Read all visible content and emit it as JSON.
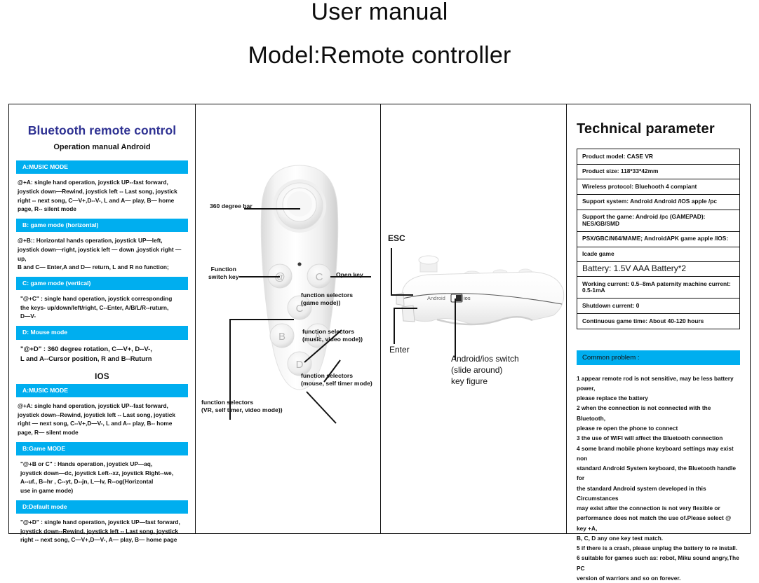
{
  "header": {
    "title_line1": "User manual",
    "title_line2": "Model:Remote controller"
  },
  "colors": {
    "accent_blue": "#00AEEF",
    "title_navy": "#2E3192",
    "text": "#111111",
    "device_body": "#f2f2f2"
  },
  "instructions": {
    "heading": "Bluetooth remote control",
    "subheading": "Operation manual Android",
    "ios_divider_label": "IOS",
    "android_sections": [
      {
        "head": "A:MUSIC MODE",
        "body": "@+A: single hand operation, joystick UP--fast forward,\njoystick down—Rewind, joystick left -- Last song,  joystick\nright -- next song,  C—V+,D--V-, L and A— play, B— home\npage, R-- silent mode"
      },
      {
        "head": "B: game mode (horizontal)",
        "body": "@+B::  Horizontal hands operation, joystick UP—left,\njoystick down—right, joystick left — down ,joystick right  — up,\nB and C— Enter,A and D— return, L and R no function;"
      },
      {
        "head": "C: game mode (vertical)",
        "body": "\"@+C\"  :  single hand operation,  joystick  corresponding\nthe keys- up/down/left/right,  C--Enter,  A/B/L/R--ruturn,\nD—V-"
      },
      {
        "head": "D: Mouse mode",
        "body": "\"@+D\"  :  360 degree rotation,  C—V+,  D--V-,\nL and A--Cursor position,  R and B--Ruturn"
      }
    ],
    "ios_sections": [
      {
        "head": "A:MUSIC MODE",
        "body": "@+A: single hand operation, joystick UP--fast forward,\njoystick down--Rewind, joystick left -- Last song,  joystick\nright — next song,  C--V+,D—V-, L and A-- play, B-- home\npage, R— silent mode"
      },
      {
        "head": "B:Game MODE",
        "body": "\"@+B or C\"  :  Hands operation,  joystick UP—aq,\njoystick down—dc,  joystick Left--xz,  joystick Right--we,\nA--uf., B--hr , C--yt, D--jn,  L—lv,  R--og(Horizontal\nuse in game mode)"
      },
      {
        "head": "D:Default mode",
        "body": "\"@+D\"  :  single hand operation, joystick UP—fast forward,\njoystick down--Rewind, joystick left -- Last song,  joystick\nright -- next song,  C—V+,D—V-,  A— play, B— home page"
      }
    ]
  },
  "front_view": {
    "callouts": {
      "joystick": "360 degree bar",
      "function_switch": "Function\nswitch key",
      "open_key": "Open key",
      "selector_game": "function selectors\n(game mode))",
      "selector_music": "function selectors\n(music, video mode))",
      "selector_mouse": "function selectors\n(mouse, self timer mode)",
      "selector_vr": "function selectors\n(VR, self timer, video mode))"
    },
    "button_labels": {
      "function_switch": "@",
      "power": "C",
      "c_key": "C",
      "b_key": "B",
      "a_key": "A",
      "d_key": "D"
    }
  },
  "side_view": {
    "callouts": {
      "esc": "ESC",
      "enter": "Enter",
      "switch": "Android/ios switch\n(slide around)\nkey figure"
    },
    "switch_label_left": "Android",
    "switch_label_right": "ios"
  },
  "specs": {
    "title": "Technical parameter",
    "rows": [
      {
        "text": "Product model: CASE VR",
        "big": false
      },
      {
        "text": "Product size: 118*33*42mm",
        "big": false
      },
      {
        "text": "Wireless protocol: Bluehooth 4 compiant",
        "big": false
      },
      {
        "text": "Support system: Android Android /IOS apple /pc",
        "big": false
      },
      {
        "text": "Support the game: Android /pc (GAMEPAD): NES/GB/SMD",
        "big": false
      },
      {
        "text": "PSX/GBC/N64/MAME; AndroidAPK game apple /IOS:",
        "big": false
      },
      {
        "text": "Icade game",
        "big": false
      },
      {
        "text": "Battery: 1.5V AAA Battery*2",
        "big": true
      },
      {
        "text": "Working current: 0.5–8mA paternity machine current: 0.5-1mA",
        "big": false
      },
      {
        "text": "Shutdown current: 0",
        "big": false
      },
      {
        "text": "Continuous game time: About 40-120 hours",
        "big": false
      }
    ],
    "common_problem_head": "Common problem :",
    "common_problem_body": "1 appear remote rod is not sensitive, may be less battery power,\nplease replace the battery\n2 when the connection is not connected with the Bluetooth,\nplease re open the phone to connect\n3 the use of WIFI will affect the Bluetooth connection\n4 some brand mobile phone keyboard settings may exist non\nstandard Android System keyboard, the Bluetooth handle for\nthe standard Android system developed in this Circumstances\nmay exist after the connection is not very flexible or\nperformance does not match the use of.Please select @ key +A,\nB, C, D any one key test match.\n5 if there is a crash, please unplug the battery to re install.\n6 suitable for games such as: robot, Miku sound angry,The PC\nversion of warriors and so on forever."
  }
}
